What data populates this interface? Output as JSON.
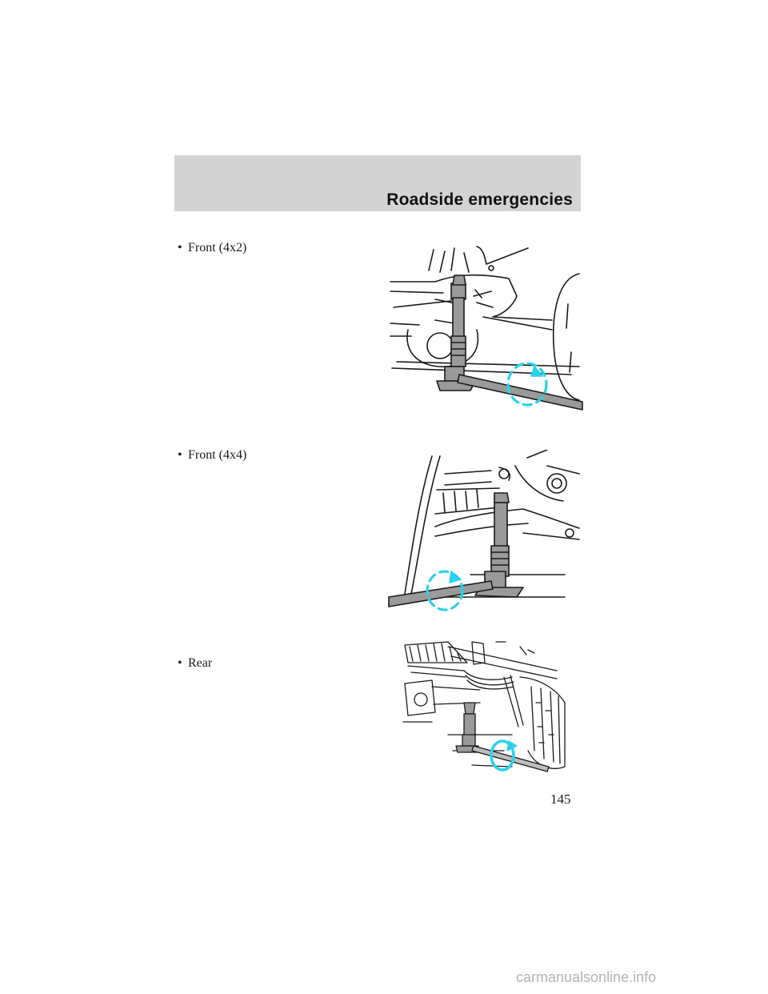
{
  "header": {
    "section_title": "Roadside emergencies"
  },
  "items": [
    {
      "bullet": "•",
      "label": "Front (4x2)"
    },
    {
      "bullet": "•",
      "label": "Front (4x4)"
    },
    {
      "bullet": "•",
      "label": "Rear"
    }
  ],
  "page_number": "145",
  "watermark": "carmanualsonline.info",
  "colors": {
    "header_band": "#d3d3d3",
    "rotation_arrow": "#29d2ec"
  }
}
